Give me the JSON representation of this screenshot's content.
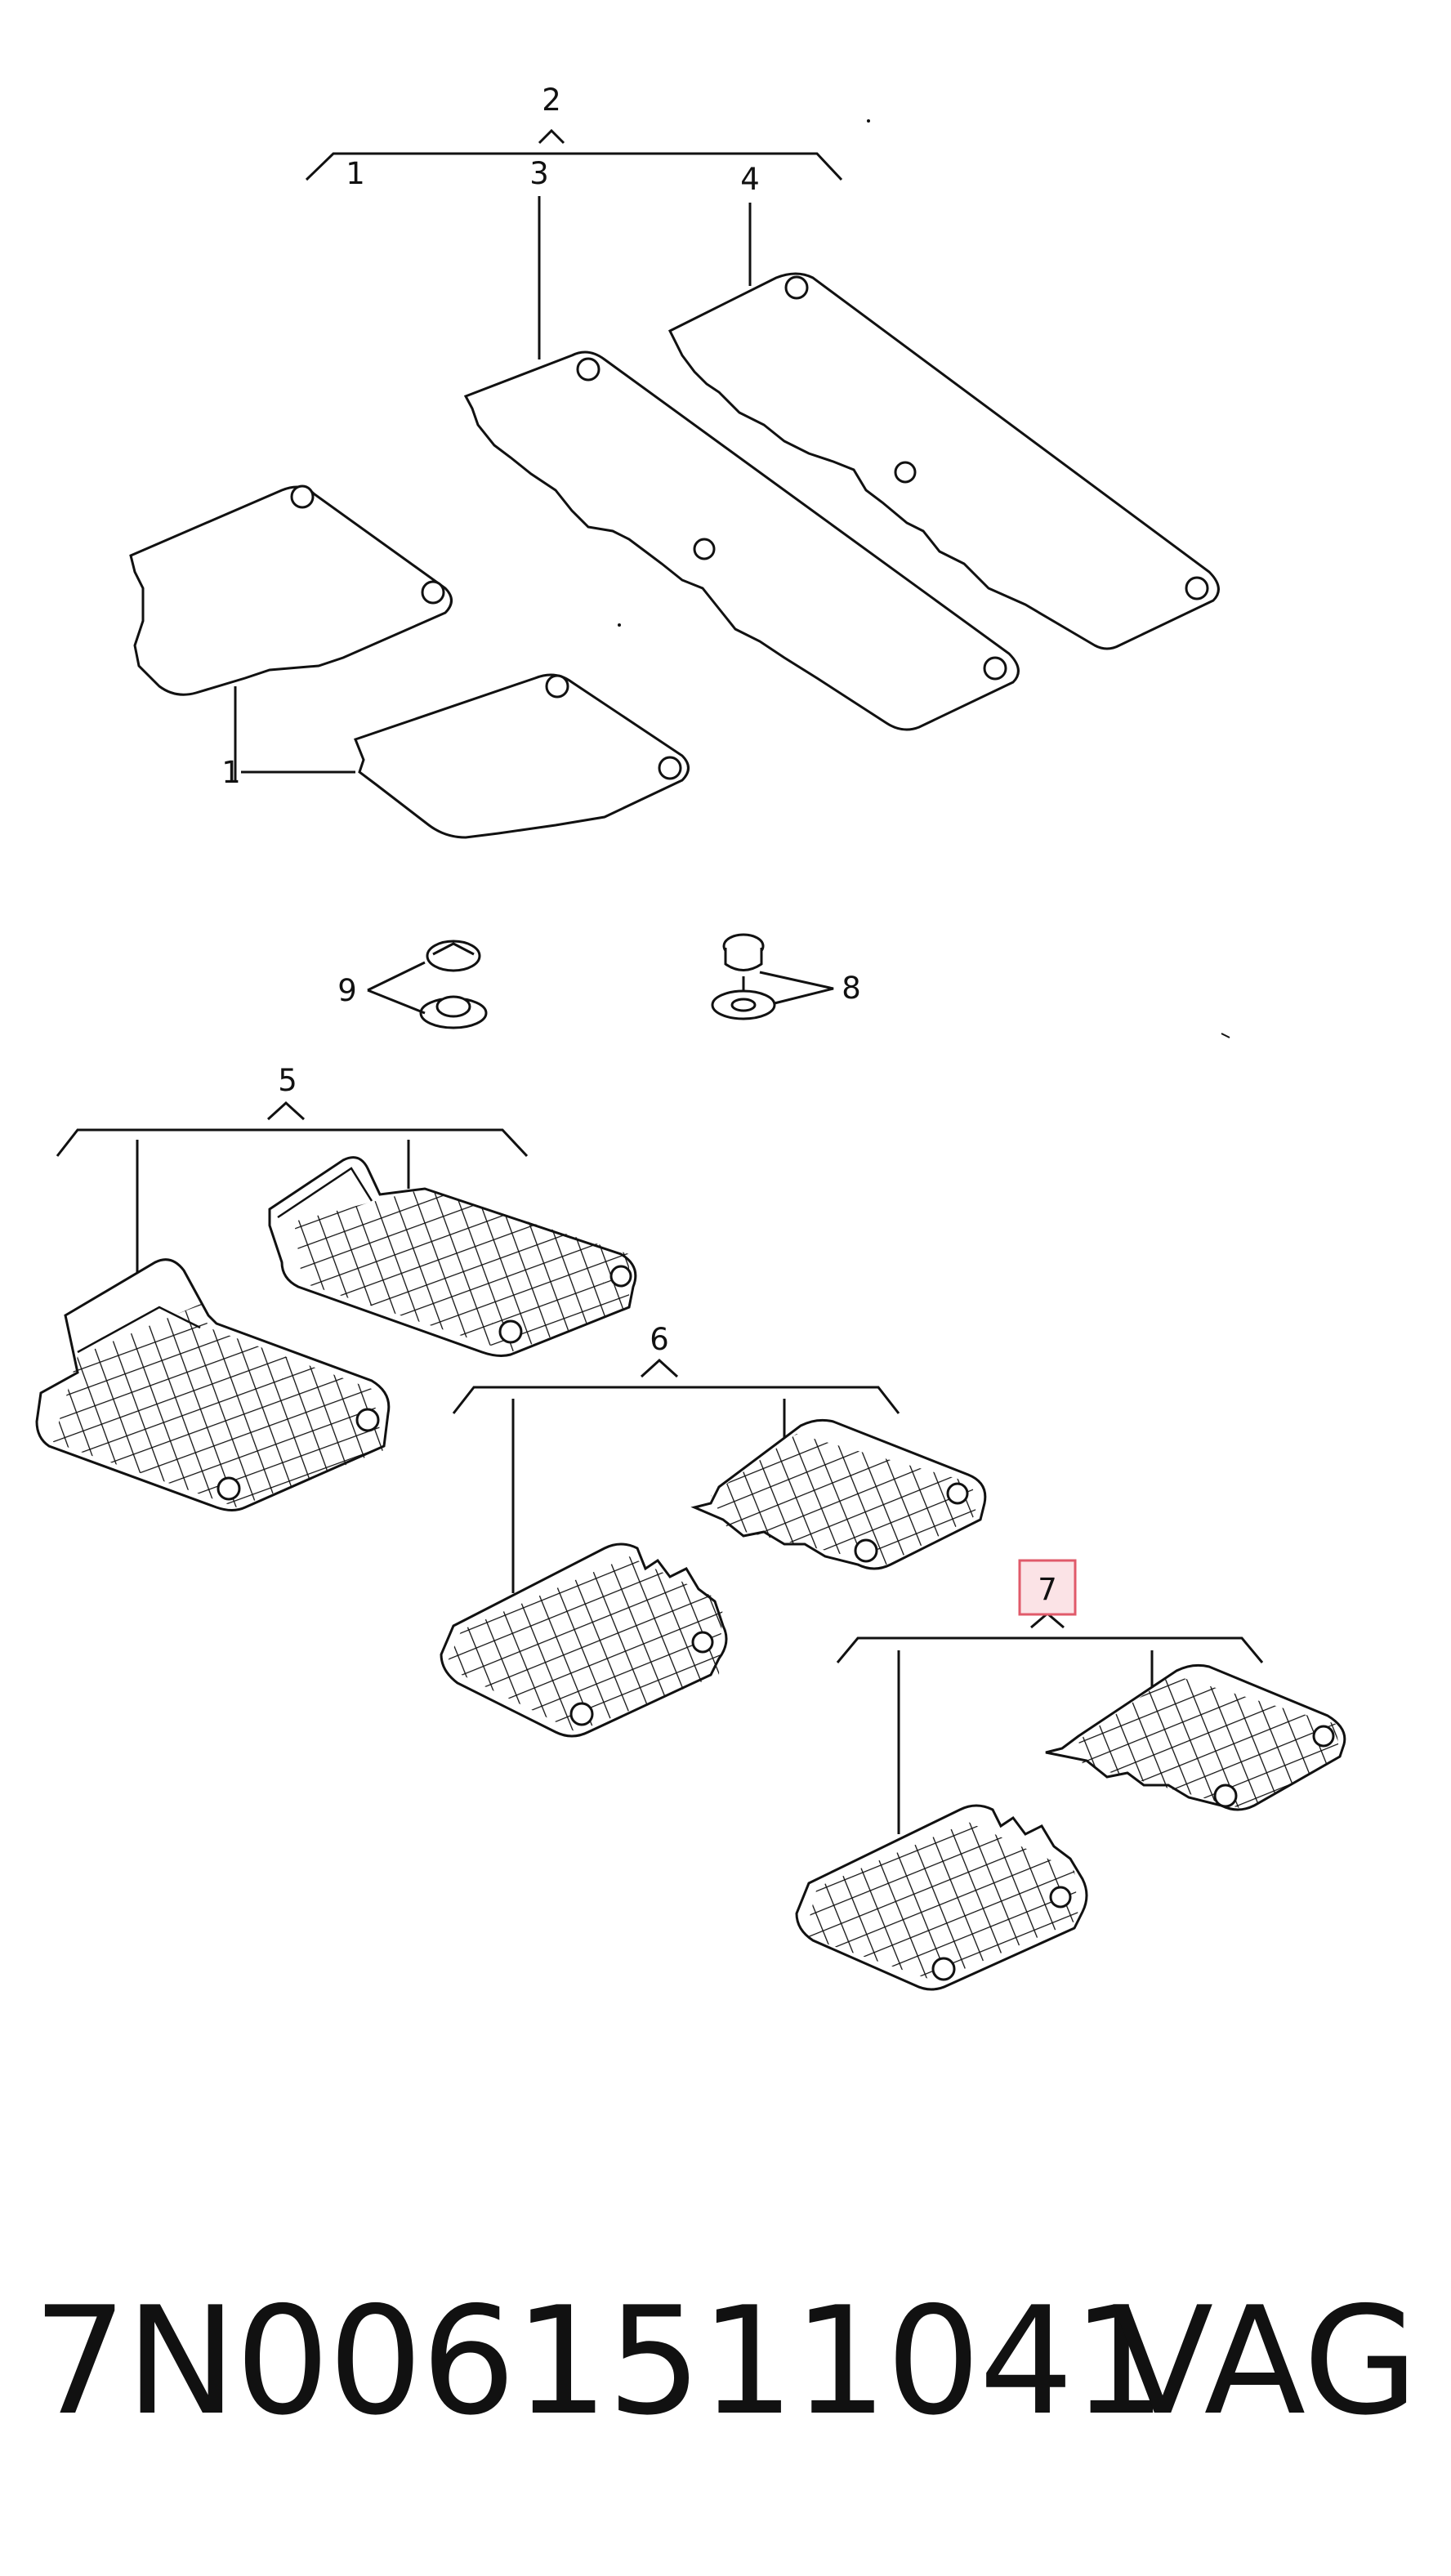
{
  "diagram": {
    "callouts": {
      "c1a": "1",
      "c1b": "1",
      "c2": "2",
      "c3": "3",
      "c4": "4",
      "c5": "5",
      "c6": "6",
      "c7": "7",
      "c8": "8",
      "c9": "9"
    },
    "highlight_color": "#e05a6a"
  },
  "footer": {
    "part_number": "7N0061511041",
    "brand": "VAG"
  }
}
